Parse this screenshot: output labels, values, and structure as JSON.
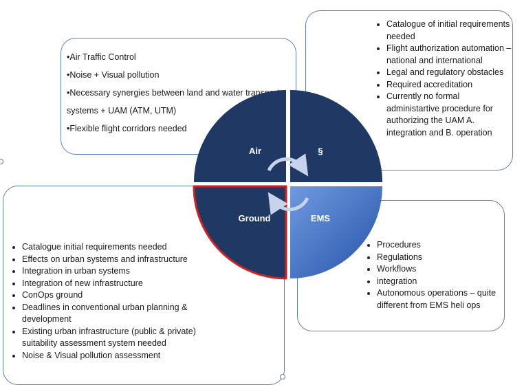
{
  "air_box": {
    "items": [
      "•Air Traffic Control",
      "•Noise + Visual pollution",
      "•Necessary synergies between land and water transport systems + UAM (ATM, UTM)",
      "•Flexible flight corridors needed"
    ]
  },
  "regulatory_box": {
    "items": [
      "Catalogue of initial requirements needed",
      "Flight authorization automation – national and international",
      "Legal and regulatory obstacles",
      "Required accreditation",
      "Currently no formal administartive procedure for authorizing the UAM A. integration and B. operation"
    ]
  },
  "ground_box": {
    "items": [
      "Catalogue initial requirements needed",
      "Effects on urban systems and infrastructure",
      "Integration in urban systems",
      "Integration of new infrastructure",
      "ConOps ground",
      "Deadlines in conventional urban planning & development",
      "Existing urban infrastructure (public & private) suitability assessment system needed",
      "Noise & Visual pollution assessment"
    ]
  },
  "ems_box": {
    "items": [
      "Procedures",
      "Regulations",
      "Workflows",
      "integration",
      "Autonomous operations – quite different from EMS heli ops"
    ]
  },
  "quadrants": {
    "air": "Air",
    "regulatory": "§",
    "ground": "Ground",
    "ems": "EMS"
  },
  "colors": {
    "dark_navy": "#1f3864",
    "ems_light": "#5b8bd6",
    "ems_dark": "#2552a8",
    "ground_highlight": "#d42020",
    "box_border": "#5b7fc0"
  }
}
